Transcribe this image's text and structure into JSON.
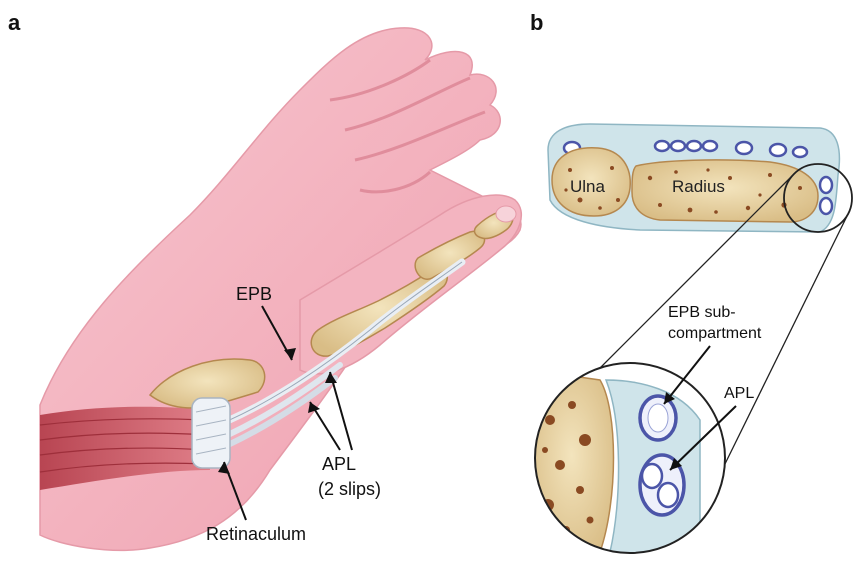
{
  "panels": {
    "a": {
      "letter": "a",
      "labels": {
        "epb": "EPB",
        "apl": "APL",
        "apl_slips": "(2 slips)",
        "retinaculum": "Retinaculum"
      }
    },
    "b": {
      "letter": "b",
      "labels": {
        "ulna": "Ulna",
        "radius": "Radius",
        "epb_sub_line1": "EPB sub-",
        "epb_sub_line2": "compartment",
        "apl": "APL"
      }
    }
  },
  "colors": {
    "skin": "#f4b9c4",
    "skin_shadow": "#e8919f",
    "bone": "#e7d3a3",
    "bone_dark": "#b5884f",
    "marrow_spot": "#8a4a22",
    "muscle": "#c85a64",
    "tendon": "#e9eef4",
    "sheath": "#9fc3cf",
    "tendon_ring": "#4b55a8"
  }
}
